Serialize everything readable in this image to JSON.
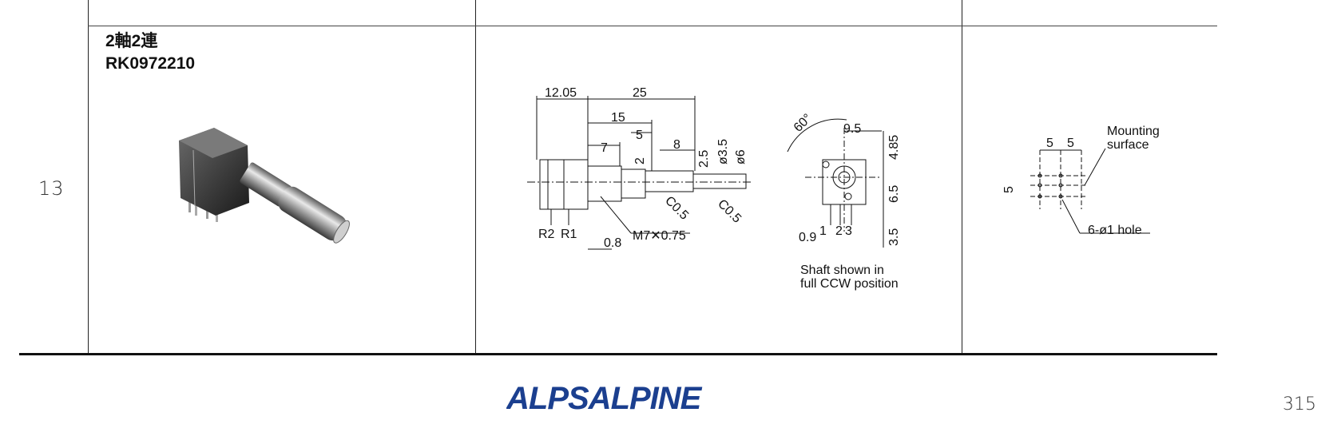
{
  "row": {
    "number": "13"
  },
  "product": {
    "title_line1": "2軸2連",
    "title_line2": "RK0972210",
    "photo_icon": "rotary-potentiometer-photo"
  },
  "side_view": {
    "dims": [
      "12.05",
      "25",
      "15",
      "7",
      "5",
      "8",
      "2",
      "2.5",
      "ø3.5",
      "ø6",
      "C0.5",
      "C0.5",
      "R2",
      "R1",
      "M7✕0.75",
      "0.8"
    ]
  },
  "front_view": {
    "dims": [
      "60°",
      "9.5",
      "4.85",
      "6.5",
      "3.5",
      "0.9",
      "1",
      "2",
      "3"
    ],
    "caption_line1": "Shaft shown in",
    "caption_line2": "full CCW position"
  },
  "pcb_layout": {
    "dims": [
      "5",
      "5",
      "5"
    ],
    "mounting_line1": "Mounting",
    "mounting_line2": "surface",
    "hole_label": "6-ø1 hole"
  },
  "footer": {
    "brand": "ALPSALPINE",
    "page_number": "315",
    "brand_color": "#1b3f8f"
  }
}
